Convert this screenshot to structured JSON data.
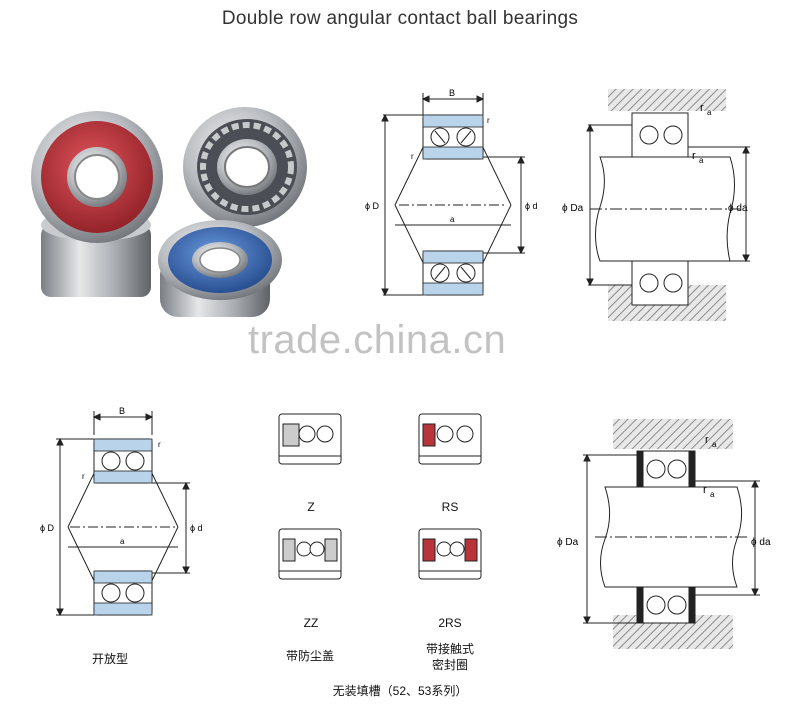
{
  "title": "Double row angular contact ball bearings",
  "watermark": "trade.china.cn",
  "dims": {
    "B": "B",
    "r": "r",
    "D": "ϕ D",
    "d": "ϕ d",
    "a": "a",
    "Da": "ϕ Da",
    "da": "ϕ da",
    "ra_r": "r",
    "ra_a": "a"
  },
  "variants": {
    "z": "Z",
    "rs": "RS",
    "zz": "ZZ",
    "rs2": "2RS"
  },
  "captions": {
    "open": "开放型",
    "shield": "带防尘盖",
    "seal_line1": "带接触式",
    "seal_line2": "密封圈",
    "note": "无装填槽（52、53系列）"
  },
  "colors": {
    "race_blue": "#b9d3ea",
    "seal_red": "#b8343a",
    "seal_blue": "#3a6fb5",
    "hatch": "#8a8a8a"
  }
}
